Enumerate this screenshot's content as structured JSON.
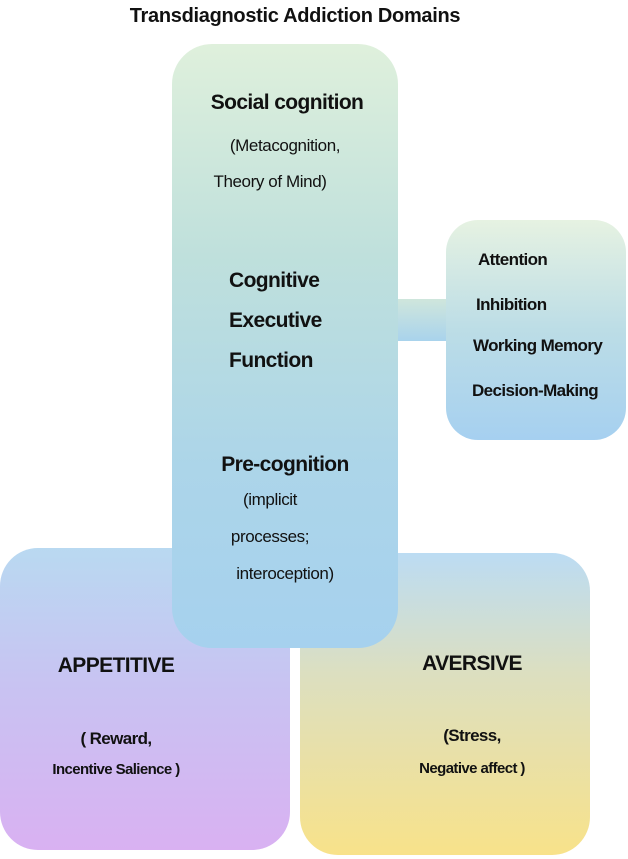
{
  "title": "Transdiagnostic Addiction Domains",
  "center": {
    "social_heading": "Social cognition",
    "social_sub_1": "(Metacognition,",
    "social_sub_2": "Theory of Mind)",
    "executive_1": "Cognitive",
    "executive_2": "Executive",
    "executive_3": "Function",
    "precog_heading": "Pre-cognition",
    "precog_sub_1": "(implicit",
    "precog_sub_2": "processes;",
    "precog_sub_3": "interoception)"
  },
  "executive_components": [
    "Attention",
    "Inhibition",
    "Working Memory",
    "Decision-Making"
  ],
  "appetitive": {
    "heading": "APPETITIVE",
    "sub_1": "( Reward,",
    "sub_2": "Incentive Salience )"
  },
  "aversive": {
    "heading": "AVERSIVE",
    "sub_1": "(Stress,",
    "sub_2": "Negative affect )"
  },
  "colors": {
    "appetitive_bottom": "#d9b1f2",
    "aversive_bottom": "#f8e28a",
    "center_top": "#dff0dc",
    "center_bottom": "#a6d1ee"
  }
}
